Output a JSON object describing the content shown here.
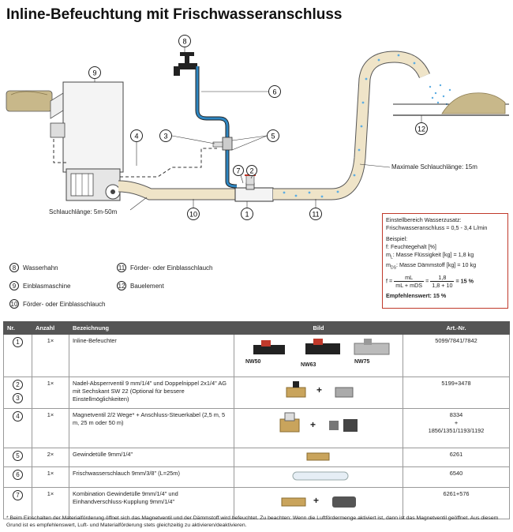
{
  "title": "Inline-Befeuchtung mit Frischwasseranschluss",
  "diagram": {
    "callouts": [
      "8",
      "9",
      "6",
      "4",
      "3",
      "5",
      "7",
      "2",
      "1",
      "10",
      "11",
      "12"
    ],
    "labels": {
      "hose_length": "Schlauchlänge: 5m-50m",
      "max_hose_length": "Maximale Schlauchlänge: 15m"
    }
  },
  "infobox": {
    "line1": "Einstellbereich Wasserzusatz:",
    "line2": "Frischwasseranschluss = 0,5 - 3,4 L/min",
    "line3": "Beispiel:",
    "line4": "f: Feuchtegehalt [%]",
    "line5": "m",
    "line5_sub": "L",
    "line5_rest": ": Masse Flüssigkeit [kg] = 1,8 kg",
    "line6": "m",
    "line6_sub": "DS",
    "line6_rest": ": Masse Dämmstoff [kg] = 10 kg",
    "formula_f": "f =",
    "formula_num": "mL",
    "formula_den": "mL + mDS",
    "formula_eq": "=",
    "formula_num2": "1,8",
    "formula_den2": "1,8 + 10",
    "formula_result": "= 15 %",
    "recommended": "Empfehlenswert: 15 %"
  },
  "legend": [
    {
      "num": "8",
      "text": "Wasserhahn"
    },
    {
      "num": "9",
      "text": "Einblasmaschine"
    },
    {
      "num": "10",
      "text": "Förder- oder Einblasschlauch"
    },
    {
      "num": "11",
      "text": "Förder- oder Einblasschlauch"
    },
    {
      "num": "12",
      "text": "Bauelement"
    }
  ],
  "table": {
    "headers": [
      "Nr.",
      "Anzahl",
      "Bezeichnung",
      "Bild",
      "Art.-Nr."
    ],
    "rows": [
      {
        "nr": [
          "1"
        ],
        "anzahl": "1×",
        "bez": "Inline-Befeuchter",
        "art": "5099/7841/7842",
        "bild_labels": [
          "NW50",
          "NW63",
          "NW75"
        ]
      },
      {
        "nr": [
          "2",
          "3"
        ],
        "anzahl": "1×",
        "bez": "Nadel-Absperrventil 9 mm/1/4\" und Doppelnippel 2x1/4\" AG mit Sechskant SW 22 (Optional für bessere Einstellmöglichkeiten)",
        "art": "5199+3478"
      },
      {
        "nr": [
          "4"
        ],
        "anzahl": "1×",
        "bez": "Magnetventil 2/2 Wege* + Anschluss-Steuerkabel (2,5 m, 5 m, 25 m oder 50 m)",
        "art": "8334\n+\n1856/1351/1193/1192"
      },
      {
        "nr": [
          "5"
        ],
        "anzahl": "2×",
        "bez": "Gewindetülle 9mm/1/4\"",
        "art": "6261"
      },
      {
        "nr": [
          "6"
        ],
        "anzahl": "1×",
        "bez": "Frischwasserschlauch 9mm/3/8\" (L=25m)",
        "art": "6540"
      },
      {
        "nr": [
          "7"
        ],
        "anzahl": "1×",
        "bez": "Kombination Gewindetülle 9mm/1/4\" und Einhandverschluss-Kupplung 9mm/1/4\"",
        "art": "6261+576"
      }
    ],
    "plus": "+"
  },
  "footnote": "* Beim Einschalten der Materialförderung öffnet sich das Magnetventil und der Dämmstoff wird befeuchtet. Zu beachten: Wenn die Luftfördermenge aktiviert ist, dann ist das Magnetventil geöffnet. Aus diesem Grund ist es empfehlenswert, Luft- und Materialförderung stets gleichzeitig zu aktivieren/deaktivieren.",
  "colors": {
    "accent": "#c0392b",
    "hose": "#e8dcc0",
    "water": "#2e86c1",
    "header": "#555555"
  }
}
